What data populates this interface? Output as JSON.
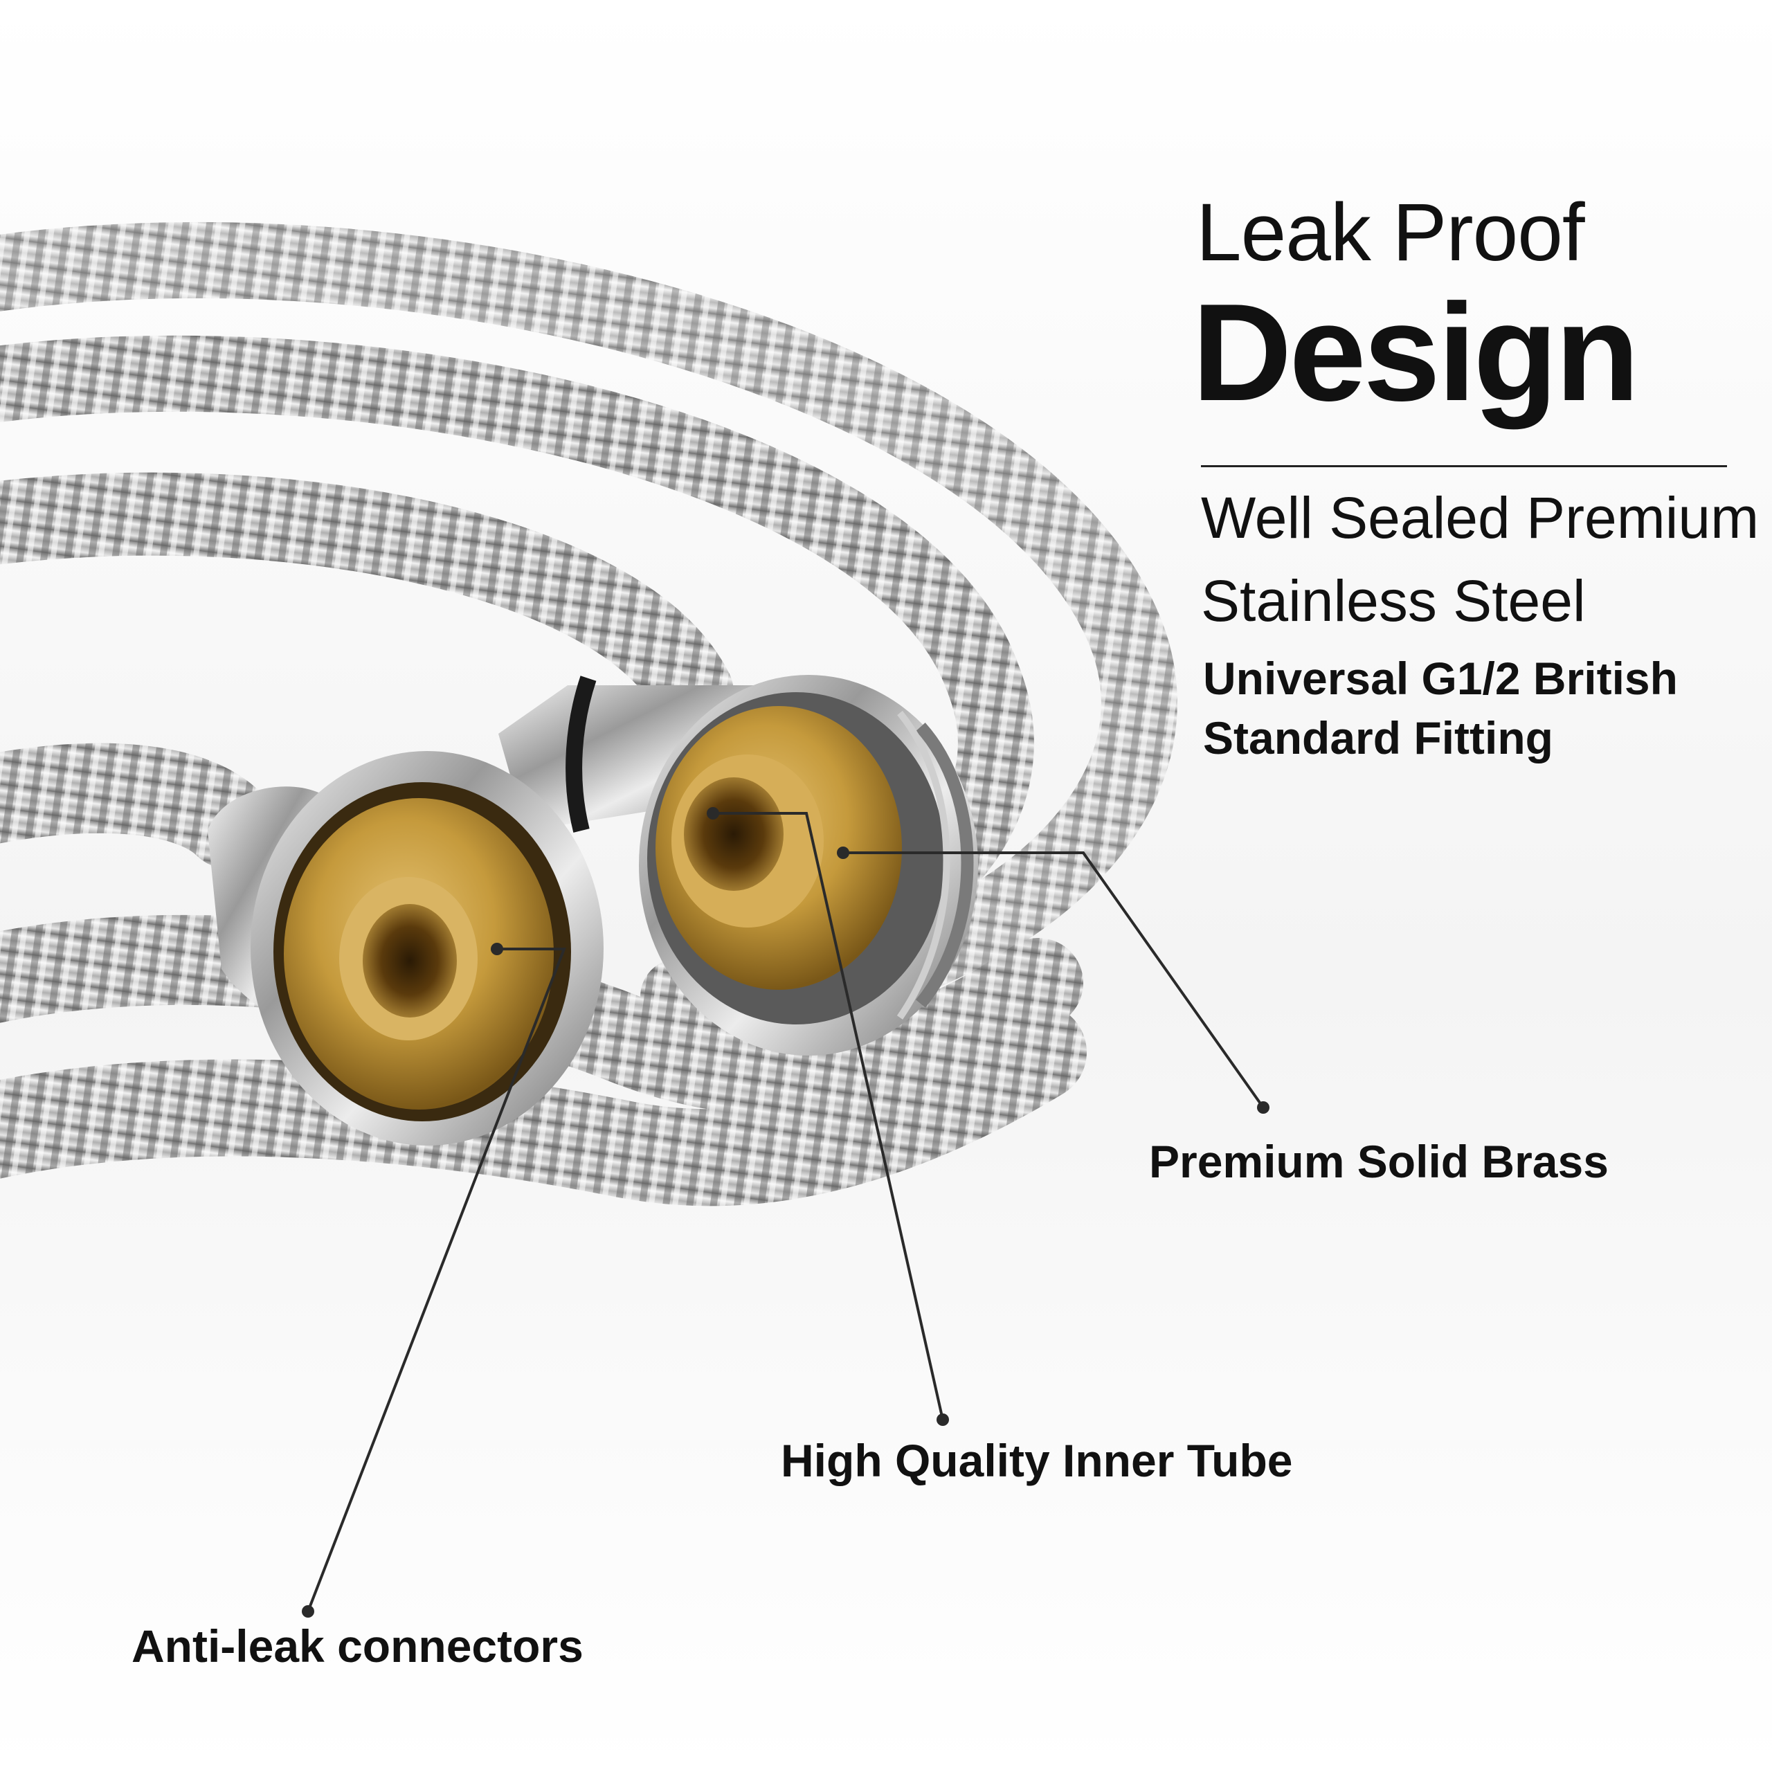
{
  "header": {
    "title_light": "Leak Proof",
    "title_bold": "Design"
  },
  "features": {
    "line1": "Well Sealed Premium",
    "line2": "Stainless Steel",
    "line3": "Universal G1/2 British",
    "line4": "Standard Fitting"
  },
  "callouts": {
    "brass": "Premium Solid Brass",
    "inner_tube": "High Quality Inner Tube",
    "connectors": "Anti-leak connectors"
  },
  "colors": {
    "background": "#ffffff",
    "text": "#111111",
    "steel": "#b9b9b9",
    "brass": "#c8a040",
    "chrome": "#d8d8d8"
  }
}
